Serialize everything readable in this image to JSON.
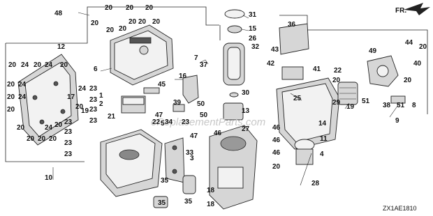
{
  "diagram": {
    "code": "ZX1AE1810",
    "direction_label": "FR.",
    "watermark": "eReplacementParts.com",
    "callouts": [
      "48",
      "20",
      "20",
      "20",
      "20",
      "20",
      "20",
      "20",
      "20",
      "20",
      "12",
      "20",
      "24",
      "20",
      "24",
      "20",
      "20",
      "20",
      "24",
      "24",
      "20",
      "20",
      "20",
      "20",
      "20",
      "20",
      "24",
      "6",
      "16",
      "7",
      "37",
      "45",
      "2",
      "1",
      "21",
      "23",
      "23",
      "23",
      "23",
      "23",
      "23",
      "23",
      "23",
      "20",
      "24",
      "17",
      "19",
      "23",
      "22",
      "34",
      "39",
      "50",
      "50",
      "5",
      "47",
      "47",
      "3",
      "35",
      "35",
      "35",
      "18",
      "18",
      "33",
      "10",
      "31",
      "15",
      "26",
      "32",
      "30",
      "13",
      "27",
      "46",
      "46",
      "46",
      "46",
      "20",
      "36",
      "43",
      "42",
      "25",
      "22",
      "20",
      "41",
      "29",
      "14",
      "11",
      "4",
      "28",
      "49",
      "44",
      "40",
      "19",
      "51",
      "38",
      "51",
      "8",
      "9",
      "20",
      "20"
    ]
  }
}
